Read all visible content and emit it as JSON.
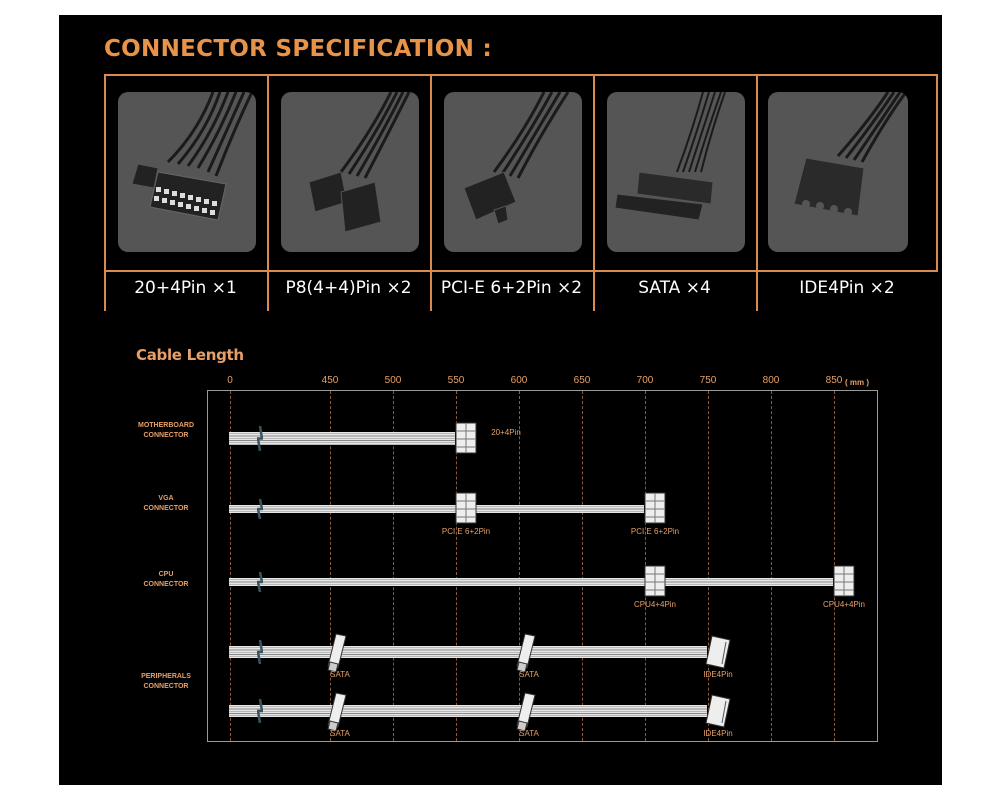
{
  "title": "CONNECTOR SPECIFICATION :",
  "connectors": [
    {
      "label": "20+4Pin ×1",
      "icon": "atx-24pin-connector-photo"
    },
    {
      "label": "P8(4+4)Pin ×2",
      "icon": "eps-8pin-connector-photo"
    },
    {
      "label": "PCI-E 6+2Pin ×2",
      "icon": "pcie-8pin-connector-photo"
    },
    {
      "label": "SATA ×4",
      "icon": "sata-connector-photo"
    },
    {
      "label": "IDE4Pin ×2",
      "icon": "molex-connector-photo"
    }
  ],
  "cable_length": {
    "title": "Cable Length",
    "unit": "( mm )",
    "ticks": [
      "0",
      "450",
      "500",
      "550",
      "600",
      "650",
      "700",
      "750",
      "800",
      "850"
    ],
    "rows": [
      {
        "label_line1": "MOTHERBOARD",
        "label_line2": "CONNECTOR",
        "cables": [
          {
            "connectors": [
              {
                "name": "20+4Pin",
                "length_mm": 550
              }
            ]
          }
        ]
      },
      {
        "label_line1": "VGA",
        "label_line2": "CONNECTOR",
        "cables": [
          {
            "connectors": [
              {
                "name": "PCI E 6+2Pin",
                "length_mm": 550
              },
              {
                "name": "PCI E 6+2Pin",
                "length_mm": 700
              }
            ]
          }
        ]
      },
      {
        "label_line1": "CPU",
        "label_line2": "CONNECTOR",
        "cables": [
          {
            "connectors": [
              {
                "name": "CPU4+4Pin",
                "length_mm": 700
              },
              {
                "name": "CPU4+4Pin",
                "length_mm": 850
              }
            ]
          }
        ]
      },
      {
        "label_line1": "PERIPHERALS",
        "label_line2": "CONNECTOR",
        "cables": [
          {
            "connectors": [
              {
                "name": "SATA",
                "length_mm": 450
              },
              {
                "name": "SATA",
                "length_mm": 600
              },
              {
                "name": "IDE4Pin",
                "length_mm": 750
              }
            ]
          },
          {
            "connectors": [
              {
                "name": "SATA",
                "length_mm": 450
              },
              {
                "name": "SATA",
                "length_mm": 600
              },
              {
                "name": "IDE4Pin",
                "length_mm": 750
              }
            ]
          }
        ]
      }
    ]
  },
  "colors": {
    "accent": "#e8934a",
    "label": "#e8a068",
    "background": "#000000",
    "photo_bg": "#555555"
  }
}
